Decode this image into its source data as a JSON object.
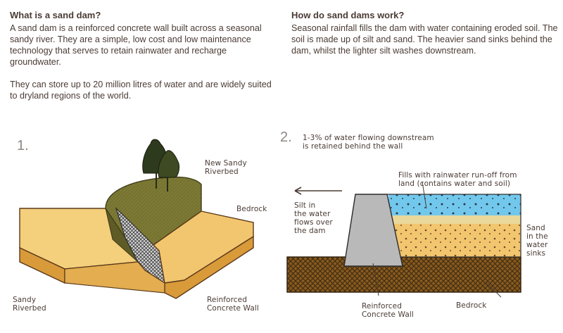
{
  "left": {
    "heading": "What is a sand dam?",
    "para1": "A sand dam is a reinforced concrete wall built across a seasonal sandy river. They are a simple, low cost and low maintenance technology that serves to retain rainwater and recharge groundwater.",
    "para2": "They can store up to 20 million litres of water and are widely suited to dryland regions of the world."
  },
  "right": {
    "heading": "How do sand dams work?",
    "para1": "Seasonal rainfall fills the dam with water containing eroded soil. The soil is made up of silt and sand. The heavier sand sinks behind the dam, whilst the lighter silt washes downstream."
  },
  "diagram1": {
    "number": "1.",
    "labels": {
      "new_riverbed_1": "New Sandy",
      "new_riverbed_2": "Riverbed",
      "bedrock": "Bedrock",
      "sandy_1": "Sandy",
      "sandy_2": "Riverbed",
      "wall_1": "Reinforced",
      "wall_2": "Concrete Wall"
    }
  },
  "diagram2": {
    "number": "2.",
    "labels": {
      "retained_1": "1-3% of water flowing downstream",
      "retained_2": "is retained behind the wall",
      "fills_1": "Fills with rainwater run-off from",
      "fills_2": "land (contains water and soil)",
      "silt_1": "Silt in",
      "silt_2": "the water",
      "silt_3": "flows over",
      "silt_4": "the dam",
      "sand_1": "Sand",
      "sand_2": "in the",
      "sand_3": "water",
      "sand_4": "sinks",
      "wall_1": "Reinforced",
      "wall_2": "Concrete Wall",
      "bedrock": "Bedrock"
    }
  },
  "colors": {
    "text": "#4a3b34",
    "sand": "#f2c66e",
    "grass": "#7d7a35",
    "water": "#72c8ec",
    "concrete": "#b9b9b9",
    "bedrock": "#8a5a1c"
  }
}
